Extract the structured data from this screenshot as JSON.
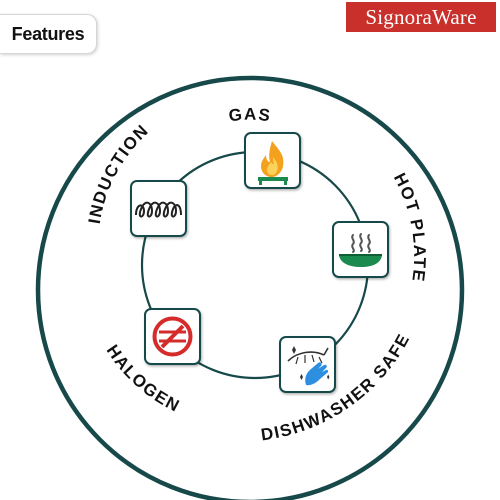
{
  "header": {
    "features_label": "Features",
    "brand_name": "SignoraWare"
  },
  "features": [
    {
      "label": "GAS",
      "icon": "gas-flame-icon"
    },
    {
      "label": "HOT PLATE",
      "icon": "hot-plate-icon"
    },
    {
      "label": "DISHWASHER SAFE",
      "icon": "dishwasher-safe-icon"
    },
    {
      "label": "HALOGEN",
      "icon": "halogen-icon"
    },
    {
      "label": "INDUCTION",
      "icon": "induction-coil-icon"
    }
  ],
  "colors": {
    "ring": "#17494a",
    "accent_green": "#1a8a4f",
    "brand_red": "#c9302c",
    "halogen_red": "#d62b2b",
    "flame_orange": "#f4a21d",
    "glove_blue": "#2e8fe0"
  }
}
